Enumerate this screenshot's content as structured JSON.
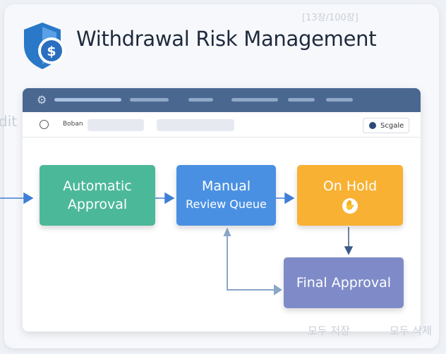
{
  "title": "Withdrawal Risk Management",
  "ghost": {
    "counter": "[13장/100장]",
    "left_text": "dit Lo",
    "save_all": "모두 저장",
    "delete_all": "모두 삭제"
  },
  "toolbar": {
    "left_label": "Boban",
    "button_label": "Scgale"
  },
  "nodes": {
    "auto": {
      "line1": "Automatic",
      "line2": "Approval",
      "color": "#4cb89a"
    },
    "manual": {
      "line1": "Manual",
      "line2": "Review Queue",
      "color": "#4a90e2"
    },
    "hold": {
      "line1": "On Hold",
      "color": "#f8b133"
    },
    "final": {
      "line1": "Final Approval",
      "color": "#7f8bc8"
    }
  }
}
